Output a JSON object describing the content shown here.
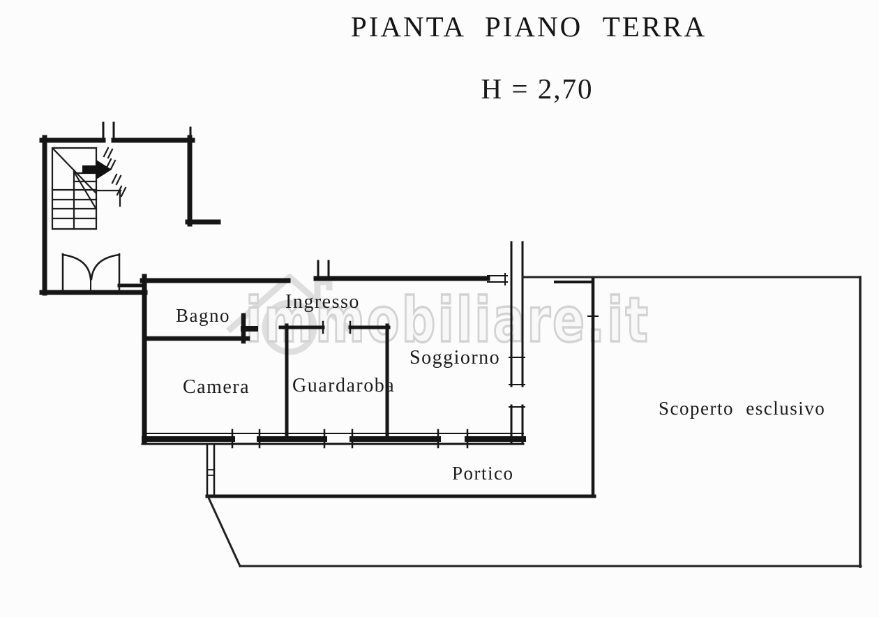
{
  "title": "PIANTA PIANO TERRA",
  "height_label": "H = 2,70",
  "watermark": {
    "text": "immobiliare.it"
  },
  "rooms": {
    "bagno": "Bagno",
    "ingresso": "Ingresso",
    "camera": "Camera",
    "guardaroba": "Guardaroba",
    "soggiorno": "Soggiorno",
    "scoperto": "Scoperto esclusivo",
    "portico": "Portico"
  },
  "colors": {
    "ink": "#1b1b1b",
    "boundary": "#222222",
    "watermark": "#d6d6d6",
    "background": "#fcfcfc"
  }
}
